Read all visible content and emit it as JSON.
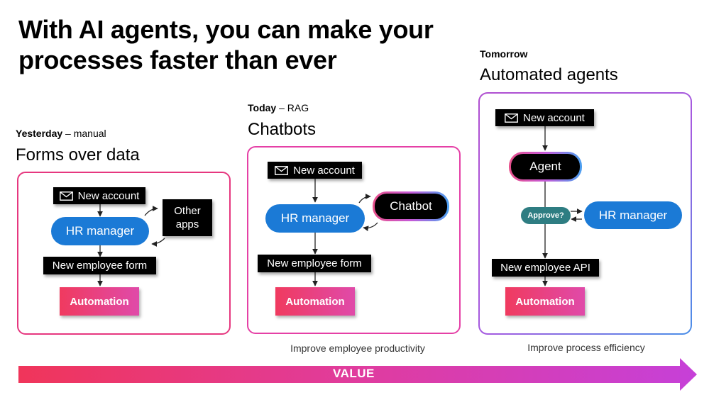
{
  "title": "With AI agents, you can make your processes faster than ever",
  "columns": {
    "yesterday": {
      "label_bold": "Yesterday",
      "label_rest": " – manual",
      "heading": "Forms over data",
      "new_account": "New account",
      "hr_manager": "HR manager",
      "other_apps_line1": "Other",
      "other_apps_line2": "apps",
      "form": "New employee form",
      "automation": "Automation"
    },
    "today": {
      "label_bold": "Today",
      "label_rest": " – RAG",
      "heading": "Chatbots",
      "new_account": "New account",
      "hr_manager": "HR manager",
      "chatbot": "Chatbot",
      "form": "New employee form",
      "automation": "Automation",
      "caption": "Improve employee productivity"
    },
    "tomorrow": {
      "label_bold": "Tomorrow",
      "heading": "Automated agents",
      "new_account": "New account",
      "agent": "Agent",
      "approve": "Approve?",
      "hr_manager": "HR manager",
      "api": "New employee API",
      "automation": "Automation",
      "caption": "Improve process efficiency"
    }
  },
  "value_arrow": {
    "label": "VALUE"
  },
  "colors": {
    "pill_blue": "#1b7ad6",
    "approve_teal": "#2e7d82",
    "panel1_border": "#e6377f",
    "panel2_border": "#e540a6",
    "arrow_start": "#f0355a",
    "arrow_end": "#c640d8"
  },
  "icons": {
    "envelope": "envelope-icon"
  }
}
